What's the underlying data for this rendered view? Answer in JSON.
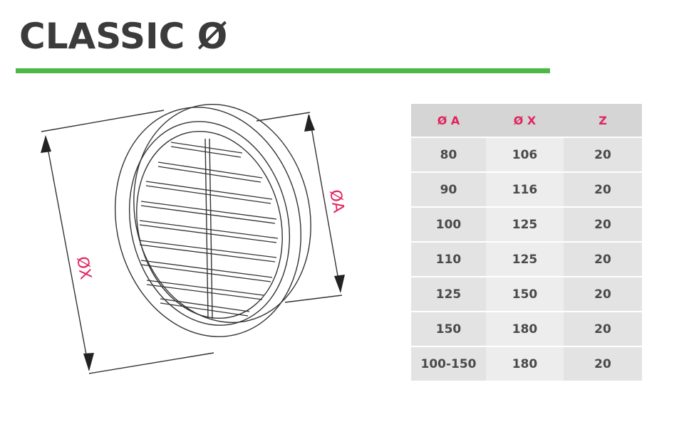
{
  "title": "CLASSIC Ø",
  "drawing": {
    "label_x": "ØX",
    "label_a": "ØA"
  },
  "table": {
    "headers": [
      "Ø A",
      "Ø X",
      "Z"
    ],
    "rows": [
      [
        "80",
        "106",
        "20"
      ],
      [
        "90",
        "116",
        "20"
      ],
      [
        "100",
        "125",
        "20"
      ],
      [
        "110",
        "125",
        "20"
      ],
      [
        "125",
        "150",
        "20"
      ],
      [
        "150",
        "180",
        "20"
      ],
      [
        "100-150",
        "180",
        "20"
      ]
    ]
  },
  "colors": {
    "accent_green": "#4db848",
    "header_text": "#e0245e",
    "title": "#3b3b3b"
  }
}
